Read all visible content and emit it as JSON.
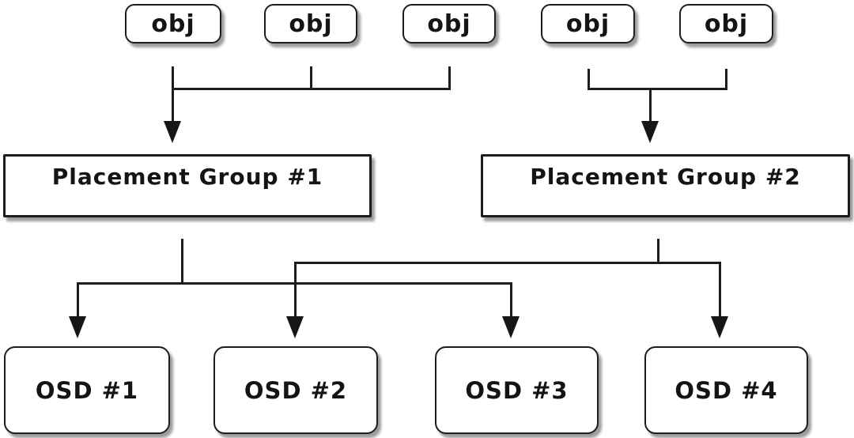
{
  "diagram": {
    "type": "hierarchy-diagram",
    "description": "Objects mapped to placement groups mapped to OSDs",
    "objects": [
      {
        "id": "obj-1",
        "label": "obj"
      },
      {
        "id": "obj-2",
        "label": "obj"
      },
      {
        "id": "obj-3",
        "label": "obj"
      },
      {
        "id": "obj-4",
        "label": "obj"
      },
      {
        "id": "obj-5",
        "label": "obj"
      }
    ],
    "placement_groups": [
      {
        "id": "pg-1",
        "label": "Placement Group #1"
      },
      {
        "id": "pg-2",
        "label": "Placement Group #2"
      }
    ],
    "osds": [
      {
        "id": "osd-1",
        "label": "OSD #1"
      },
      {
        "id": "osd-2",
        "label": "OSD #2"
      },
      {
        "id": "osd-3",
        "label": "OSD #3"
      },
      {
        "id": "osd-4",
        "label": "OSD #4"
      }
    ],
    "edges": [
      {
        "from": [
          "obj-1",
          "obj-2",
          "obj-3"
        ],
        "to": [
          "pg-1"
        ]
      },
      {
        "from": [
          "obj-4",
          "obj-5"
        ],
        "to": [
          "pg-2"
        ]
      },
      {
        "from": [
          "pg-1"
        ],
        "to": [
          "osd-1",
          "osd-3"
        ]
      },
      {
        "from": [
          "pg-2"
        ],
        "to": [
          "osd-2",
          "osd-4"
        ]
      }
    ],
    "colors": {
      "background": "#ffffff",
      "box_fill": "#ffffff",
      "border": "#1d1d1d",
      "line": "#1d1d1d",
      "text": "#141414"
    }
  }
}
